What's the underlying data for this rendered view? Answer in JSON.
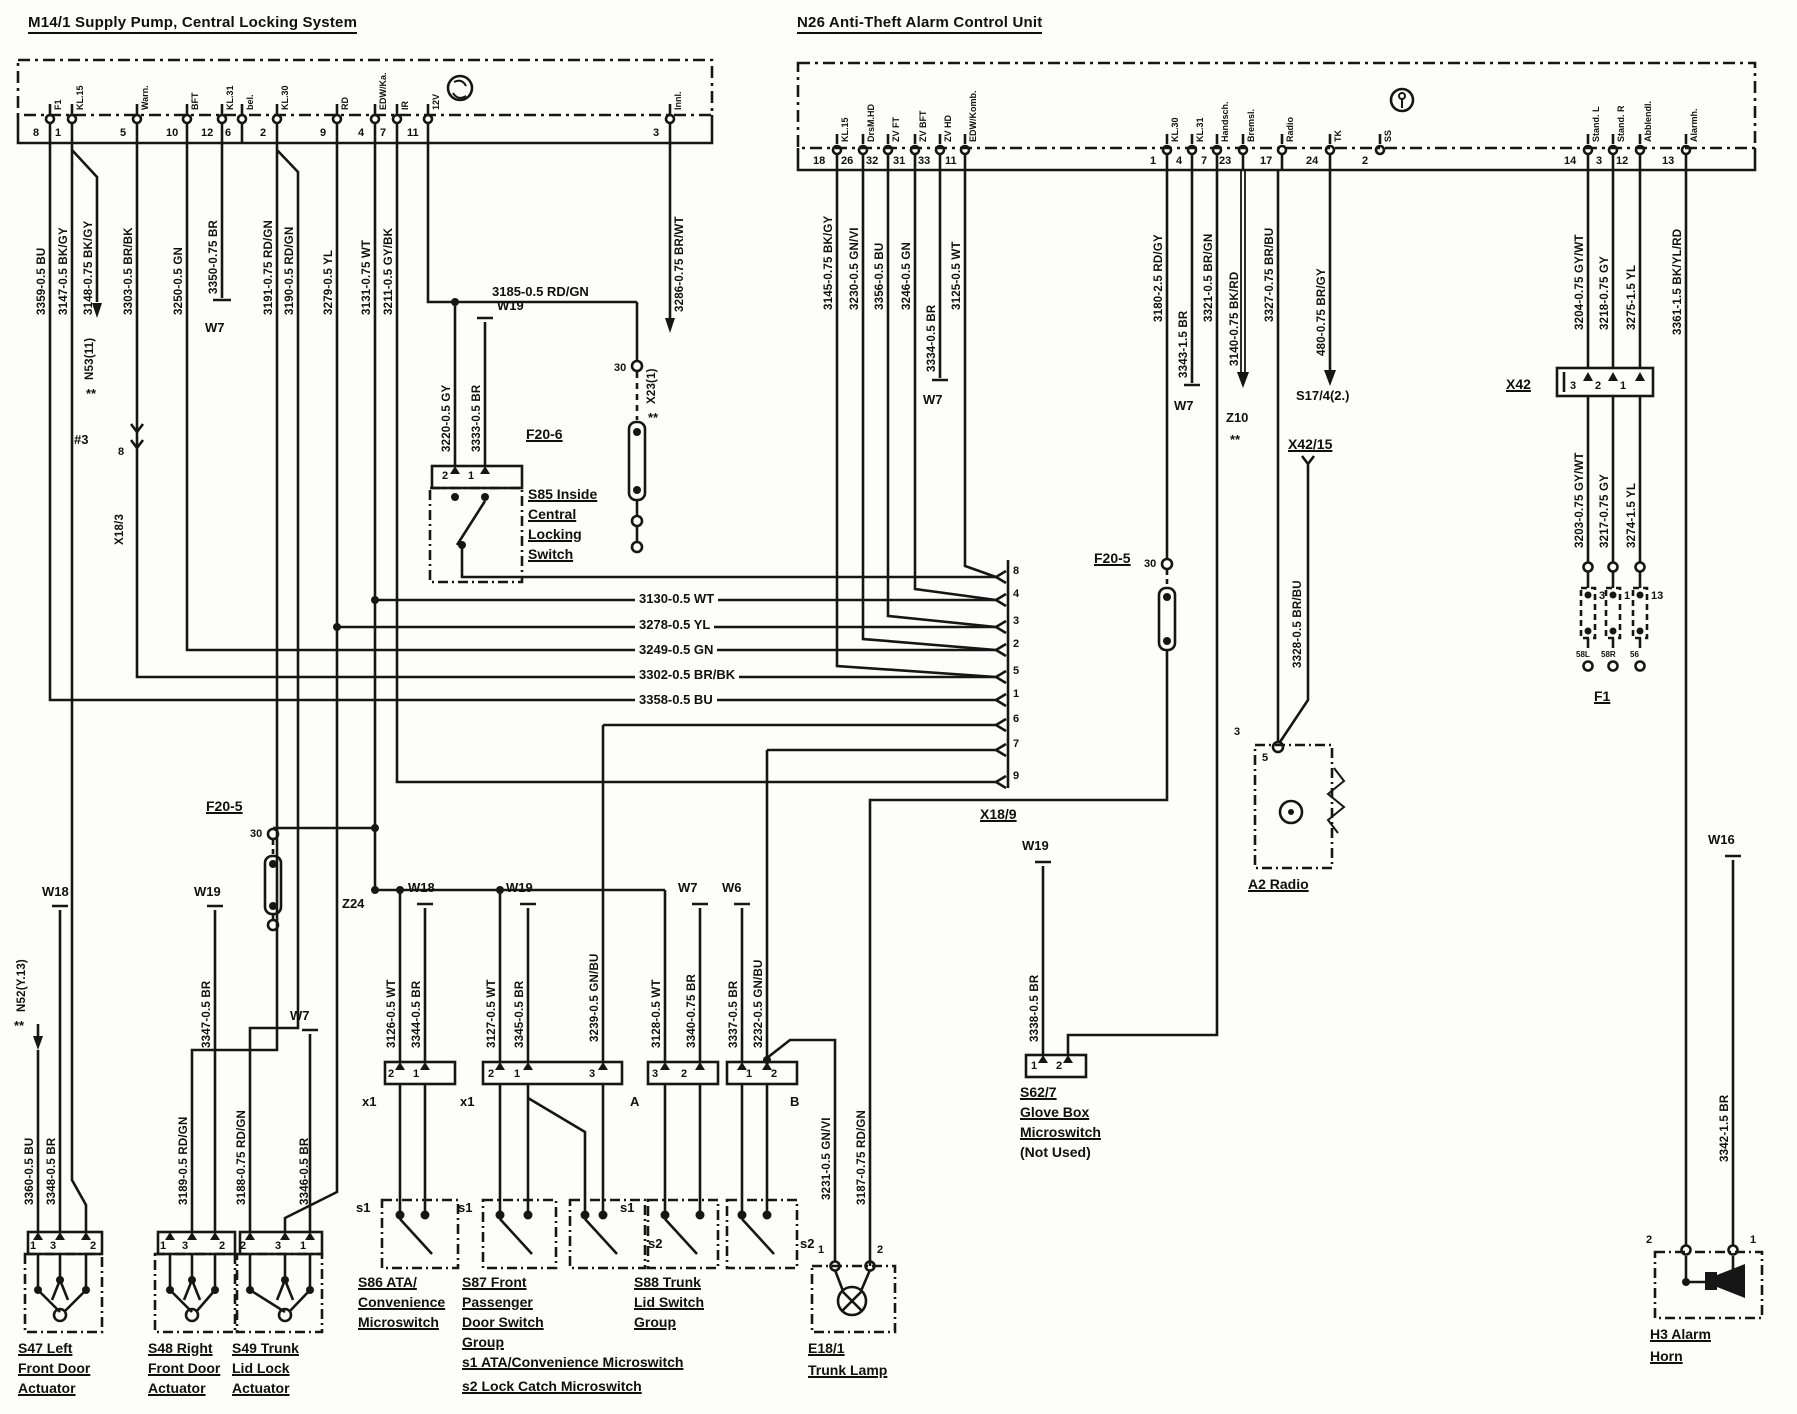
{
  "m14": {
    "title": "M14/1 Supply Pump, Central Locking System",
    "pins": [
      {
        "num": "8",
        "label": "F1"
      },
      {
        "num": "1",
        "label": "KL.15"
      },
      {
        "num": "5",
        "label": "Warn."
      },
      {
        "num": "10",
        "label": "BFT"
      },
      {
        "num": "12",
        "label": "KL.31"
      },
      {
        "num": "6",
        "label": "bel."
      },
      {
        "num": "2",
        "label": "KL.30"
      },
      {
        "num": "9",
        "label": "RD"
      },
      {
        "num": "4",
        "label": "EDW/Ka."
      },
      {
        "num": "7",
        "label": "IR"
      },
      {
        "num": "11",
        "label": "12V"
      },
      {
        "num": "3",
        "label": "Innl."
      }
    ]
  },
  "n26": {
    "title": "N26 Anti-Theft Alarm Control Unit",
    "pins": [
      {
        "num": "18",
        "label": "KL.15"
      },
      {
        "num": "26",
        "label": "DrsM.HD"
      },
      {
        "num": "32",
        "label": "ZV FT"
      },
      {
        "num": "31",
        "label": "ZV BFT"
      },
      {
        "num": "33",
        "label": "ZV HD"
      },
      {
        "num": "11",
        "label": "EDW/Komb."
      },
      {
        "num": "1",
        "label": "KL.30"
      },
      {
        "num": "4",
        "label": "KL.31"
      },
      {
        "num": "7",
        "label": "Handsch."
      },
      {
        "num": "23",
        "label": "Bremsl."
      },
      {
        "num": "17",
        "label": "Radio"
      },
      {
        "num": "24",
        "label": "TK"
      },
      {
        "num": "2",
        "label": "SS"
      },
      {
        "num": "14",
        "label": "Stand. L"
      },
      {
        "num": "3",
        "label": "Stand. R"
      },
      {
        "num": "12",
        "label": "Abblendl."
      },
      {
        "num": "13",
        "label": "Alarmh."
      }
    ]
  },
  "wires": {
    "w3359": "3359-0.5 BU",
    "w3147": "3147-0.5 BK/GY",
    "w3148": "3148-0.75 BK/GY",
    "w3303": "3303-0.5 BR/BK",
    "w3250": "3250-0.5 GN",
    "w3350": "3350-0.75 BR",
    "w3191": "3191-0.75 RD/GN",
    "w3190": "3190-0.5 RD/GN",
    "w3279": "3279-0.5 YL",
    "w3131": "3131-0.75 WT",
    "w3211": "3211-0.5 GY/BK",
    "w3286": "3286-0.75 BR/WT",
    "w3220": "3220-0.5 GY",
    "w3333": "3333-0.5 BR",
    "w3185": "3185-0.5 RD/GN",
    "w3145": "3145-0.75 BK/GY",
    "w3230": "3230-0.5 GN/VI",
    "w3356": "3356-0.5 BU",
    "w3246": "3246-0.5 GN",
    "w3334": "3334-0.5 BR",
    "w3125": "3125-0.5 WT",
    "w3180": "3180-2.5 RD/GY",
    "w3343": "3343-1.5 BR",
    "w3321": "3321-0.5 BR/GN",
    "w3140": "3140-0.75 BK/RD",
    "w3327": "3327-0.75 BR/BU",
    "w480": "480-0.75 BR/GY",
    "w3328": "3328-0.5 BR/BU",
    "w3204": "3204-0.75 GY/WT",
    "w3218": "3218-0.75 GY",
    "w3275": "3275-1.5 YL",
    "w3361": "3361-1.5 BK/YL/RD",
    "w3203": "3203-0.75 GY/WT",
    "w3217": "3217-0.75 GY",
    "w3274": "3274-1.5 YL",
    "w3360": "3360-0.5 BU",
    "w3348": "3348-0.5 BR",
    "w3347": "3347-0.5 BR",
    "w3189": "3189-0.5 RD/GN",
    "w3188": "3188-0.75 RD/GN",
    "w3346": "3346-0.5 BR",
    "w3126": "3126-0.5 WT",
    "w3344": "3344-0.5 BR",
    "w3127": "3127-0.5 WT",
    "w3345": "3345-0.5 BR",
    "w3239": "3239-0.5 GN/BU",
    "w3128": "3128-0.5 WT",
    "w3340": "3340-0.75 BR",
    "w3337": "3337-0.5 BR",
    "w3232": "3232-0.5 GN/BU",
    "w3231": "3231-0.5 GN/VI",
    "w3187": "3187-0.75 RD/GN",
    "w3338": "3338-0.5 BR",
    "w3342": "3342-1.5 BR"
  },
  "buses": {
    "b3130": "3130-0.5 WT",
    "b3278": "3278-0.5 YL",
    "b3249": "3249-0.5 GN",
    "b3302": "3302-0.5 BR/BK",
    "b3358": "3358-0.5 BU"
  },
  "grounds": {
    "w7": "W7",
    "w18": "W18",
    "w19": "W19",
    "w6": "W6",
    "w16": "W16"
  },
  "connectors": {
    "x18_9": {
      "label": "X18/9",
      "pins": [
        "8",
        "4",
        "3",
        "2",
        "5",
        "1",
        "6",
        "7",
        "9"
      ]
    },
    "x18_3": {
      "label": "X18/3",
      "pin": "8",
      "note": "#3"
    },
    "x42": {
      "label": "X42",
      "pins": [
        "3",
        "2",
        "1"
      ]
    },
    "x42_15": "X42/15",
    "x23": "X23(1)",
    "n53": "N53(11)",
    "n52": "N52(Y.13)",
    "z24": "Z24",
    "z10": "Z10",
    "s17": "S17/4(2.)",
    "f20_5": "F20-5",
    "f20_6": "F20-6",
    "f1": {
      "label": "F1",
      "fuses": [
        "3",
        "1",
        "13"
      ],
      "terms": [
        "58L",
        "58R",
        "56"
      ]
    },
    "term30": "30",
    "stars": "**"
  },
  "components": {
    "s47": {
      "lines": [
        "S47 Left",
        "Front Door",
        "Actuator"
      ],
      "pins": [
        "1",
        "3",
        "2"
      ]
    },
    "s48": {
      "lines": [
        "S48 Right",
        "Front Door",
        "Actuator"
      ],
      "pins": [
        "1",
        "3",
        "2"
      ]
    },
    "s49": {
      "lines": [
        "S49 Trunk",
        "Lid Lock",
        "Actuator"
      ],
      "pins": [
        "2",
        "3",
        "1"
      ]
    },
    "s85": {
      "lines": [
        "S85 Inside",
        "Central",
        "Locking",
        "Switch"
      ],
      "pins": [
        "2",
        "1"
      ]
    },
    "s86": {
      "lines": [
        "S86 ATA/",
        "Convenience",
        "Microswitch"
      ],
      "conn": "x1",
      "pins": [
        "2",
        "1"
      ],
      "sw": "s1"
    },
    "s87": {
      "lines": [
        "S87 Front",
        "Passenger",
        "Door Switch",
        "Group"
      ],
      "conn": "x1",
      "pins": [
        "2",
        "1",
        "3"
      ],
      "sw1": "s1",
      "sw2": "s2"
    },
    "s88": {
      "lines": [
        "S88 Trunk",
        "Lid Switch",
        "Group"
      ],
      "connA": "A",
      "connB": "B",
      "pinsA": [
        "3",
        "2"
      ],
      "pinsB": [
        "1",
        "2"
      ],
      "sw1": "s1",
      "sw2": "s2"
    },
    "e18": {
      "lines": [
        "E18/1",
        "Trunk Lamp"
      ],
      "pins": [
        "1",
        "2"
      ]
    },
    "s62": {
      "lines": [
        "S62/7",
        "Glove Box",
        "Microswitch"
      ],
      "note": "(Not Used)",
      "pins": [
        "1",
        "2"
      ]
    },
    "h3": {
      "lines": [
        "H3 Alarm",
        "Horn"
      ],
      "pins": [
        "2",
        "1"
      ]
    },
    "a2": {
      "label": "A2 Radio",
      "pin": "5",
      "note": "3"
    }
  },
  "notes": [
    "s1 ATA/Convenience Microswitch",
    "s2 Lock Catch Microswitch"
  ]
}
